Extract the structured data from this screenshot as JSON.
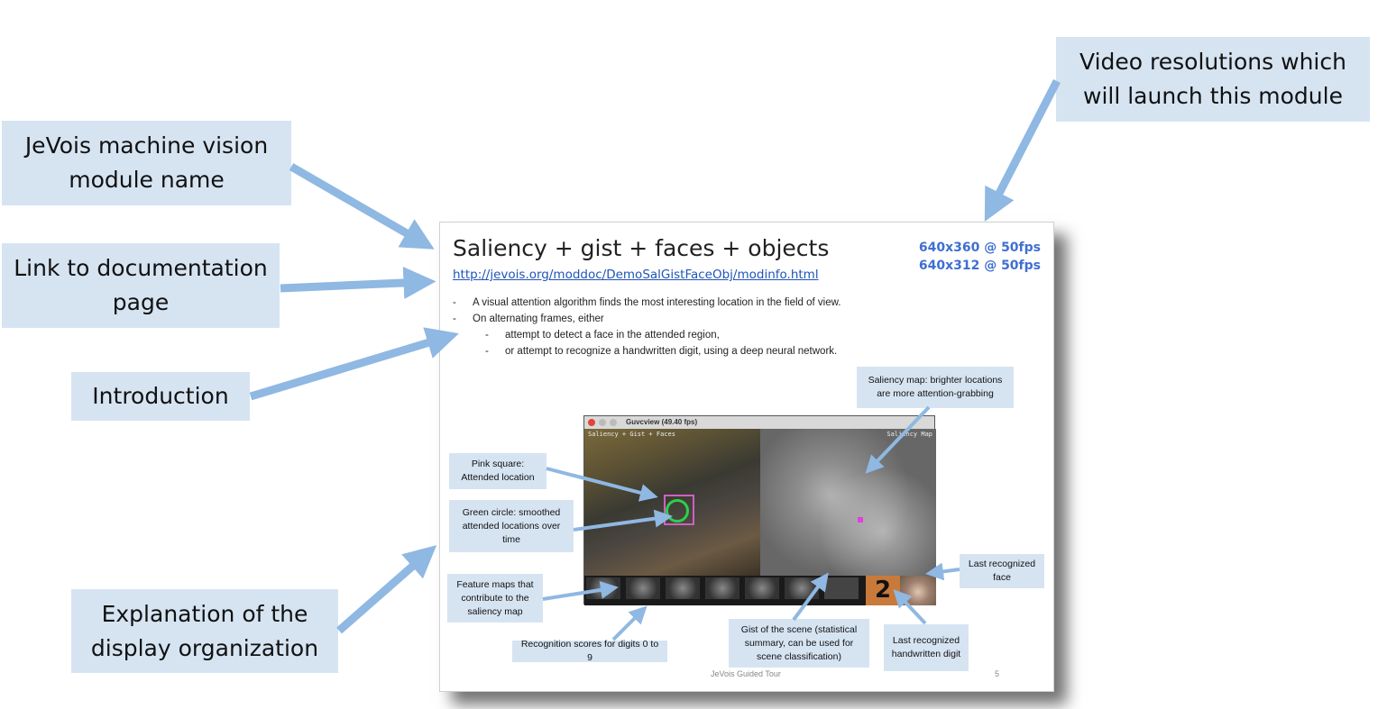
{
  "callouts": {
    "module_name": "JeVois machine vision module name",
    "link": "Link to documentation page",
    "intro": "Introduction",
    "display": "Explanation of the display organization",
    "resolutions": "Video resolutions which will launch this module"
  },
  "slide": {
    "title": "Saliency + gist + faces + objects",
    "link": "http://jevois.org/moddoc/DemoSalGistFaceObj/modinfo.html",
    "resolutions": [
      "640x360 @ 50fps",
      "640x312 @ 50fps"
    ],
    "bullets": [
      "A visual attention algorithm finds the most interesting location in the field of view.",
      "On alternating frames, either",
      "attempt to detect a face in the attended region,",
      "or attempt to recognize a handwritten digit, using a deep neural network."
    ],
    "window_title": "Guvcview  (49.40 fps)",
    "camera_label": "Saliency + Gist + Faces",
    "saliency_label": "Saliency Map",
    "digit": "2",
    "footer": "JeVois Guided Tour",
    "page": "5"
  },
  "screen_callouts": {
    "saliency_map": "Saliency map: brighter locations are more attention-grabbing",
    "pink_square": "Pink square: Attended location",
    "green_circle": "Green circle: smoothed attended locations over time",
    "feature_maps": "Feature maps that contribute to the saliency map",
    "recognition": "Recognition scores for digits 0 to 9",
    "gist": "Gist of the scene (statistical summary, can be used for scene classification)",
    "last_digit": "Last recognized handwritten digit",
    "last_face": "Last recognized face"
  },
  "colors": {
    "callout_bg": "#d6e4f2",
    "arrow": "#8fb8e2",
    "link": "#1f54b8",
    "resolution": "#3f6fd1"
  }
}
